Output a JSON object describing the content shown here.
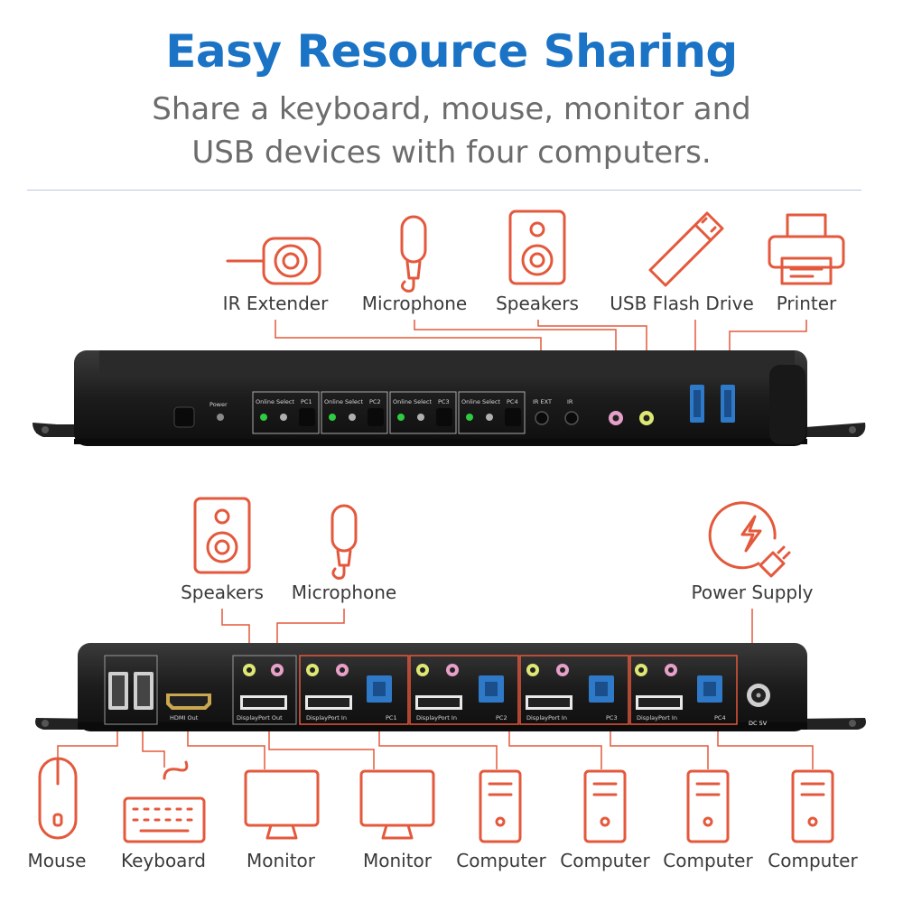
{
  "header": {
    "title": "Easy Resource Sharing",
    "subtitle_line1": "Share a keyboard, mouse, monitor and",
    "subtitle_line2": "USB devices with four computers."
  },
  "colors": {
    "accent": "#1a73c5",
    "icon": "#e4583c",
    "device": "#1e1e1e",
    "usb_port": "#2f79c9"
  },
  "front_panel": {
    "peripherals": [
      "IR Extender",
      "Microphone",
      "Speakers",
      "USB Flash Drive",
      "Printer"
    ],
    "power_label": "Power",
    "pc_labels": [
      "PC1",
      "PC2",
      "PC3",
      "PC4"
    ],
    "online_label": "Online",
    "select_label": "Select",
    "ir_ext_label": "IR EXT",
    "ir_label": "IR"
  },
  "rear_panel": {
    "top_peripherals": [
      "Speakers",
      "Microphone",
      "Power Supply"
    ],
    "bottom_peripherals": [
      "Mouse",
      "Keyboard",
      "Monitor",
      "Monitor",
      "Computer",
      "Computer",
      "Computer",
      "Computer"
    ],
    "hdmi_label": "HDMI Out",
    "dp_out_label": "DisplayPort Out",
    "dp_in_label": "DisplayPort In",
    "pc_labels": [
      "PC1",
      "PC2",
      "PC3",
      "PC4"
    ],
    "dc_label": "DC 5V"
  }
}
